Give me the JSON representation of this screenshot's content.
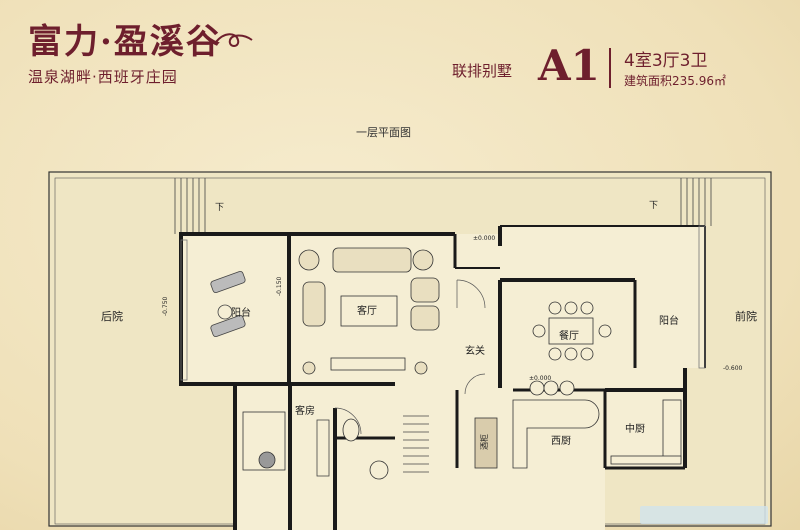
{
  "brand": {
    "name": "富力·盈溪谷",
    "tagline": "温泉湖畔·西班牙庄园"
  },
  "unit": {
    "type": "联排别墅",
    "code": "A1",
    "rooms": "4室3厅3卫",
    "area": "建筑面积235.96㎡"
  },
  "floor_title": "一层平面图",
  "rooms": {
    "back_yard": "后院",
    "balcony_left": "阳台",
    "living_room": "客厅",
    "entry": "玄关",
    "dining": "餐厅",
    "balcony_right": "阳台",
    "front_yard": "前院",
    "guest_room": "客房",
    "western_kitchen": "西厨",
    "chinese_kitchen": "中厨",
    "wine_cabinet": "酒柜"
  },
  "markers": {
    "down_left": "下",
    "down_right": "下",
    "elev_1": "-0.750",
    "elev_2": "-0.150",
    "elev_3": "±0.000",
    "elev_4": "±0.000",
    "elev_5": "-0.600"
  },
  "colors": {
    "brand": "#6e1f2d",
    "wall": "#1a1a1a",
    "yard": "#efe6c6",
    "floor": "#f5eed4"
  }
}
